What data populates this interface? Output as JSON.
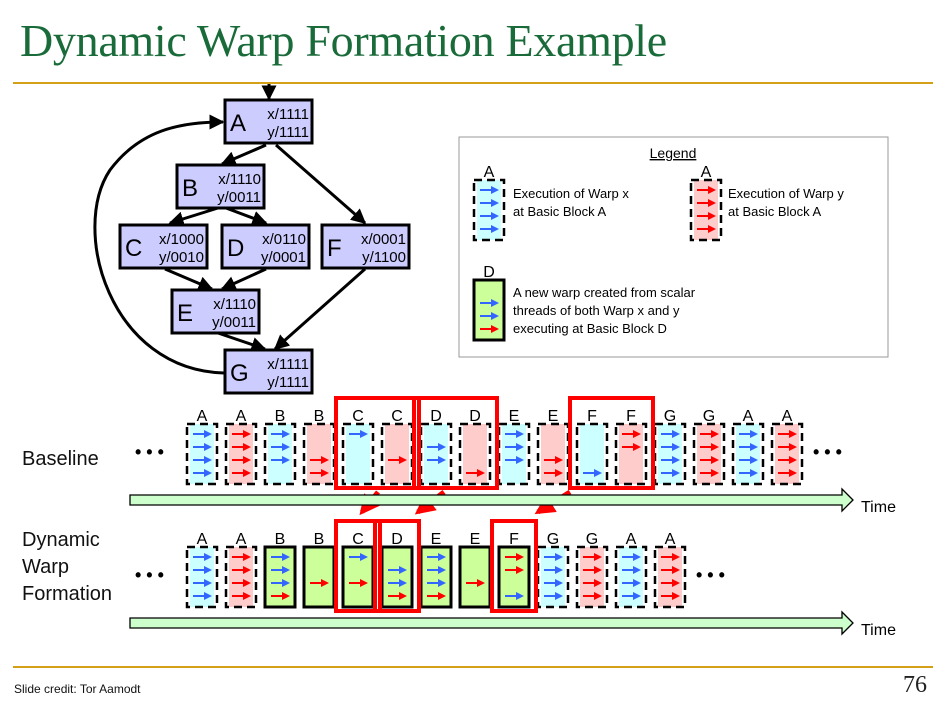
{
  "slide": {
    "title": "Dynamic Warp Formation Example",
    "footer_credit": "Slide credit: Tor Aamodt",
    "page_number": "76"
  },
  "cfg": {
    "nodes": [
      {
        "id": "A",
        "x_mask": "x/1111",
        "y_mask": "y/1111"
      },
      {
        "id": "B",
        "x_mask": "x/1110",
        "y_mask": "y/0011"
      },
      {
        "id": "C",
        "x_mask": "x/1000",
        "y_mask": "y/0010"
      },
      {
        "id": "D",
        "x_mask": "x/0110",
        "y_mask": "y/0001"
      },
      {
        "id": "F",
        "x_mask": "x/0001",
        "y_mask": "y/1100"
      },
      {
        "id": "E",
        "x_mask": "x/1110",
        "y_mask": "y/0011"
      },
      {
        "id": "G",
        "x_mask": "x/1111",
        "y_mask": "y/1111"
      }
    ],
    "edges": [
      [
        "entry",
        "A"
      ],
      [
        "A",
        "B"
      ],
      [
        "A",
        "F"
      ],
      [
        "B",
        "C"
      ],
      [
        "B",
        "D"
      ],
      [
        "C",
        "E"
      ],
      [
        "D",
        "E"
      ],
      [
        "E",
        "G"
      ],
      [
        "F",
        "G"
      ],
      [
        "G",
        "A"
      ]
    ]
  },
  "legend": {
    "title": "Legend",
    "warp_x": {
      "block": "A",
      "text_line1": "Execution of Warp x",
      "text_line2": "at Basic Block A",
      "lanes": "bbbb"
    },
    "warp_y": {
      "block": "A",
      "text_line1": "Execution of Warp y",
      "text_line2": "at Basic Block A",
      "lanes": "rrrr"
    },
    "new_warp": {
      "block": "D",
      "text_line1": "A new warp created from scalar",
      "text_line2": "threads of both Warp x and y",
      "text_line3": "executing at Basic Block D",
      "lanes": "_bbr"
    }
  },
  "colors": {
    "title_green": "#1a6b3a",
    "rule_gold": "#d4a017",
    "node_fill": "#ccccff",
    "warp_x_fill": "#ccffff",
    "warp_y_fill": "#ffcccc",
    "dwf_fill": "#ccff99",
    "blue_arrow": "#3366ff",
    "red_arrow": "#ff0000",
    "highlight": "#ff0000",
    "time_arrow_fill": "#ccffcc"
  },
  "rows": {
    "baseline": {
      "label": "Baseline",
      "ellipsis": "• • •",
      "slots": [
        {
          "block": "A",
          "kind": "x",
          "lanes": "bbbb"
        },
        {
          "block": "A",
          "kind": "y",
          "lanes": "rrrr"
        },
        {
          "block": "B",
          "kind": "x",
          "lanes": "bbb_"
        },
        {
          "block": "B",
          "kind": "y",
          "lanes": "__rr"
        },
        {
          "block": "C",
          "kind": "x",
          "lanes": "b___"
        },
        {
          "block": "C",
          "kind": "y",
          "lanes": "__r_"
        },
        {
          "block": "D",
          "kind": "x",
          "lanes": "_bb_"
        },
        {
          "block": "D",
          "kind": "y",
          "lanes": "___r"
        },
        {
          "block": "E",
          "kind": "x",
          "lanes": "bbb_"
        },
        {
          "block": "E",
          "kind": "y",
          "lanes": "__rr"
        },
        {
          "block": "F",
          "kind": "x",
          "lanes": "___b"
        },
        {
          "block": "F",
          "kind": "y",
          "lanes": "rr__"
        },
        {
          "block": "G",
          "kind": "x",
          "lanes": "bbbb"
        },
        {
          "block": "G",
          "kind": "y",
          "lanes": "rrrr"
        },
        {
          "block": "A",
          "kind": "x",
          "lanes": "bbbb"
        },
        {
          "block": "A",
          "kind": "y",
          "lanes": "rrrr"
        }
      ],
      "highlight_groups": [
        [
          4,
          5
        ],
        [
          6,
          7
        ],
        [
          10,
          11
        ]
      ]
    },
    "dwf": {
      "label_line1": "Dynamic",
      "label_line2": "Warp",
      "label_line3": "Formation",
      "ellipsis": "• • •",
      "slots": [
        {
          "block": "A",
          "kind": "x",
          "lanes": "bbbb"
        },
        {
          "block": "A",
          "kind": "y",
          "lanes": "rrrr"
        },
        {
          "block": "B",
          "kind": "dwf",
          "lanes": "bbbr"
        },
        {
          "block": "B",
          "kind": "dwf",
          "lanes": "__r_"
        },
        {
          "block": "C",
          "kind": "dwf",
          "lanes": "b_r_"
        },
        {
          "block": "D",
          "kind": "dwf",
          "lanes": "_bbr"
        },
        {
          "block": "E",
          "kind": "dwf",
          "lanes": "bbbr"
        },
        {
          "block": "E",
          "kind": "dwf",
          "lanes": "__r_"
        },
        {
          "block": "F",
          "kind": "dwf",
          "lanes": "rr_b"
        },
        {
          "block": "G",
          "kind": "x",
          "lanes": "bbbb"
        },
        {
          "block": "G",
          "kind": "y",
          "lanes": "rrrr"
        },
        {
          "block": "A",
          "kind": "x",
          "lanes": "bbbb"
        },
        {
          "block": "A",
          "kind": "y",
          "lanes": "rrrr"
        }
      ],
      "highlight_groups": [
        [
          4
        ],
        [
          5
        ],
        [
          8
        ]
      ]
    }
  },
  "time_axis": {
    "label": "Time"
  }
}
